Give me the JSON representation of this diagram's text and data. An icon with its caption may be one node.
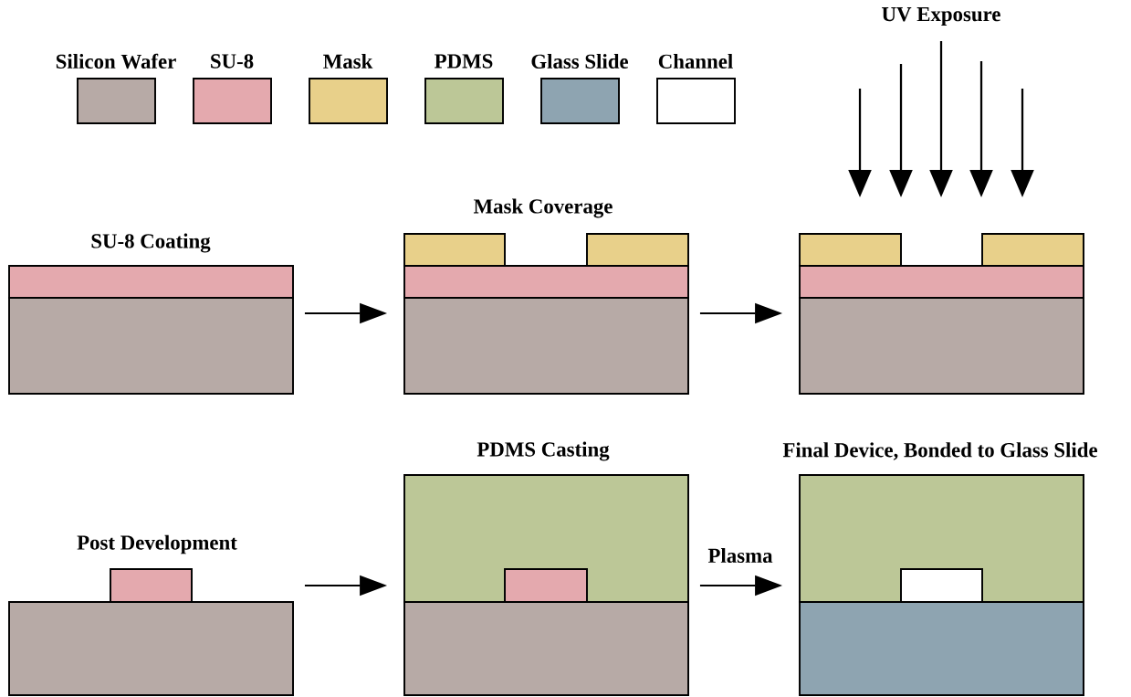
{
  "diagram": {
    "nodes": [
      {
        "text": [
          "SU-8 Coating"
        ]
      },
      {
        "text": [
          "Mask Coverage"
        ]
      },
      {
        "text": [
          "UV Exposure"
        ]
      },
      {
        "text": [
          "Post Development"
        ]
      },
      {
        "text": [
          "PDMS Casting"
        ]
      },
      {
        "text": [
          "Final Device, Bonded to Glass Slide"
        ]
      }
    ],
    "edges": [
      {
        "from": 0,
        "to": 1,
        "arrow": "to"
      },
      {
        "from": 1,
        "to": 2,
        "arrow": "to"
      },
      {
        "from": 3,
        "to": 4,
        "arrow": "to"
      },
      {
        "from": 4,
        "to": 5,
        "arrow": "to",
        "label": "Plasma"
      }
    ],
    "legend": [
      {
        "text": "Silicon Wafer",
        "color": "#b7aaa6"
      },
      {
        "text": "SU-8",
        "color": "#e4a9ae"
      },
      {
        "text": "Mask",
        "color": "#e8d08a"
      },
      {
        "text": "PDMS",
        "color": "#bcc797"
      },
      {
        "text": "Glass Slide",
        "color": "#8ea4b1"
      },
      {
        "text": "Channel"
      }
    ]
  }
}
